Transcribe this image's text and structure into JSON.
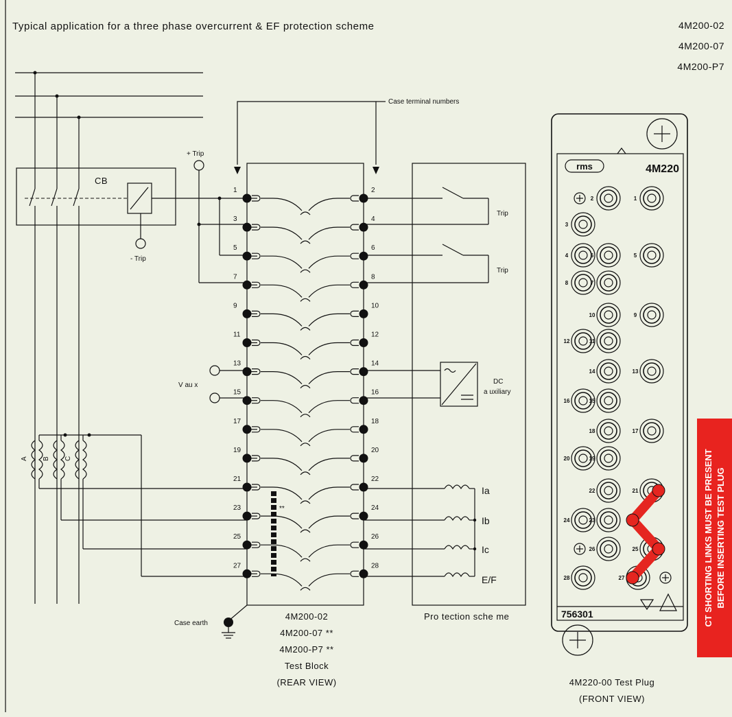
{
  "title": "Typical application for a three phase overcurrent & EF protection scheme",
  "models": [
    "4M200-02",
    "4M200-07",
    "4M200-P7"
  ],
  "labels": {
    "case_terminal_numbers": "Case terminal numbers",
    "cb": "CB",
    "plus_trip": "+ Trip",
    "minus_trip": "- Trip",
    "trip1": "Trip",
    "trip2": "Trip",
    "vaux": "V au x",
    "dc": "DC",
    "auxiliary": "a uxiliary",
    "double_star": "**",
    "case_earth": "Case earth",
    "protection_scheme": "Pro tection sche me",
    "phase_a": "A",
    "phase_b": "B",
    "phase_c": "C",
    "ia": "Ia",
    "ib": "Ib",
    "ic": "Ic",
    "ef": "E/F"
  },
  "block_caption": [
    "4M200-02",
    "4M200-07 **",
    "4M200-P7 **",
    "Test Block",
    "(REAR VIEW)"
  ],
  "left_terminals": [
    "1",
    "3",
    "5",
    "7",
    "9",
    "11",
    "13",
    "15",
    "17",
    "19",
    "21",
    "23",
    "25",
    "27"
  ],
  "right_terminals": [
    "2",
    "4",
    "6",
    "8",
    "10",
    "12",
    "14",
    "16",
    "18",
    "20",
    "22",
    "24",
    "26",
    "28"
  ],
  "plug": {
    "brand": "rms",
    "model": "4M220",
    "serial": "756301",
    "caption": [
      "4M220-00 Test Plug",
      "(FRONT VIEW)"
    ],
    "numbers": [
      "1",
      "2",
      "3",
      "4",
      "5",
      "6",
      "7",
      "8",
      "9",
      "10",
      "11",
      "12",
      "13",
      "14",
      "15",
      "16",
      "17",
      "18",
      "19",
      "20",
      "21",
      "22",
      "23",
      "24",
      "25",
      "26",
      "27",
      "28"
    ]
  },
  "warning": [
    "CT SHORTING LINKS MUST BE PRESENT",
    "BEFORE INSERTING TEST PLUG"
  ],
  "colors": {
    "background": "#eef1e4",
    "warning_bg": "#e8231f",
    "warning_text": "#ffffff",
    "shorting_link": "#e52620",
    "line": "#111111"
  }
}
